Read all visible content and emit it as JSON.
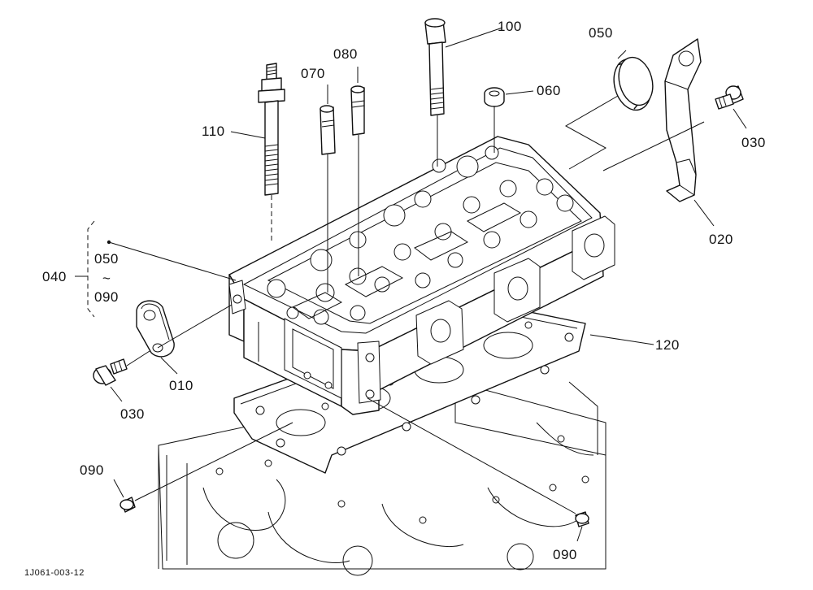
{
  "diagram": {
    "callouts": [
      {
        "id": "c100",
        "label": "100"
      },
      {
        "id": "c050top",
        "label": "050"
      },
      {
        "id": "c080",
        "label": "080"
      },
      {
        "id": "c070",
        "label": "070"
      },
      {
        "id": "c060",
        "label": "060"
      },
      {
        "id": "c110",
        "label": "110"
      },
      {
        "id": "c030r",
        "label": "030"
      },
      {
        "id": "c020",
        "label": "020"
      },
      {
        "id": "c040",
        "label": "040"
      },
      {
        "id": "c120",
        "label": "120"
      },
      {
        "id": "c010",
        "label": "010"
      },
      {
        "id": "c030l",
        "label": "030"
      },
      {
        "id": "c090l",
        "label": "090"
      },
      {
        "id": "c090r",
        "label": "090"
      }
    ],
    "group_bracket": {
      "from_label": "050",
      "tilde": "~",
      "to_label": "090"
    },
    "reference_code": "1J061-003-12"
  }
}
